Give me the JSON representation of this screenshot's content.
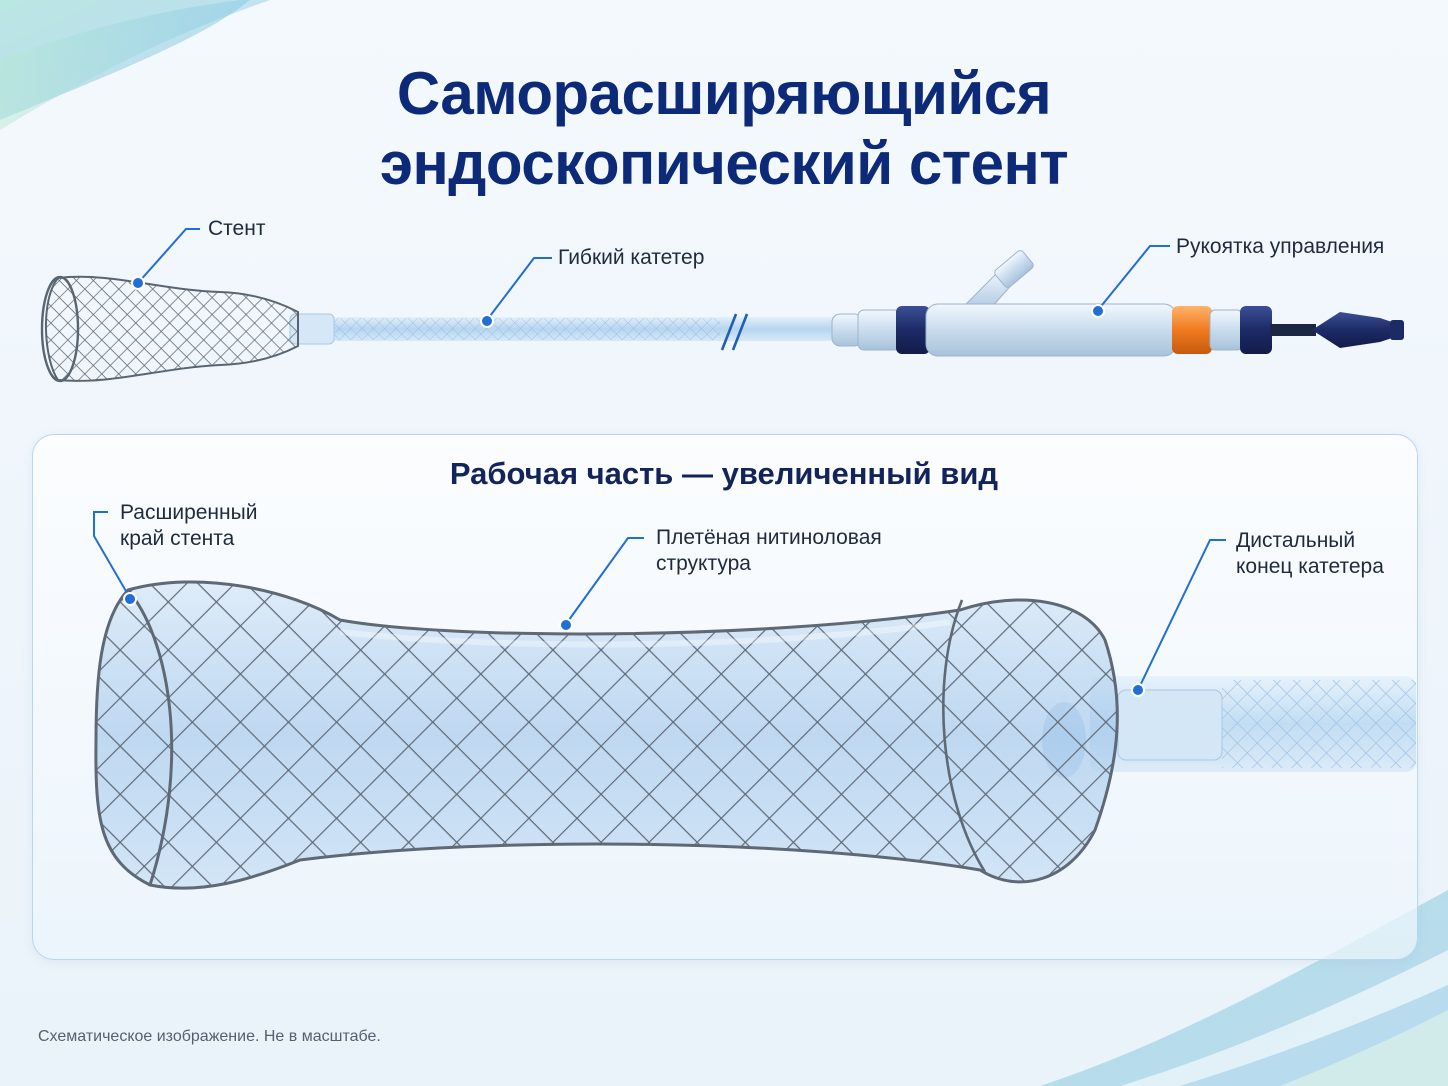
{
  "title": {
    "line1": "Саморасширяющийся",
    "line2": "эндоскопический стент"
  },
  "overview": {
    "labels": {
      "stent": "Стент",
      "catheter": "Гибкий катетер",
      "handle": "Рукоятка управления"
    }
  },
  "detail": {
    "title": "Рабочая часть — увеличенный вид",
    "labels": {
      "flared_edge_line1": "Расширенный",
      "flared_edge_line2": "край стента",
      "braid_line1": "Плетёная нитиноловая",
      "braid_line2": "структура",
      "distal_line1": "Дистальный",
      "distal_line2": "конец катетера"
    }
  },
  "footnote": "Схематическое изображение. Не в масштабе.",
  "colors": {
    "title": "#0d2a78",
    "accent_blue": "#1f6fd6",
    "handle_navy": "#1f2f6e",
    "handle_orange": "#f07a1f",
    "wire": "#6d7682",
    "tube": "#b9d7f0"
  }
}
